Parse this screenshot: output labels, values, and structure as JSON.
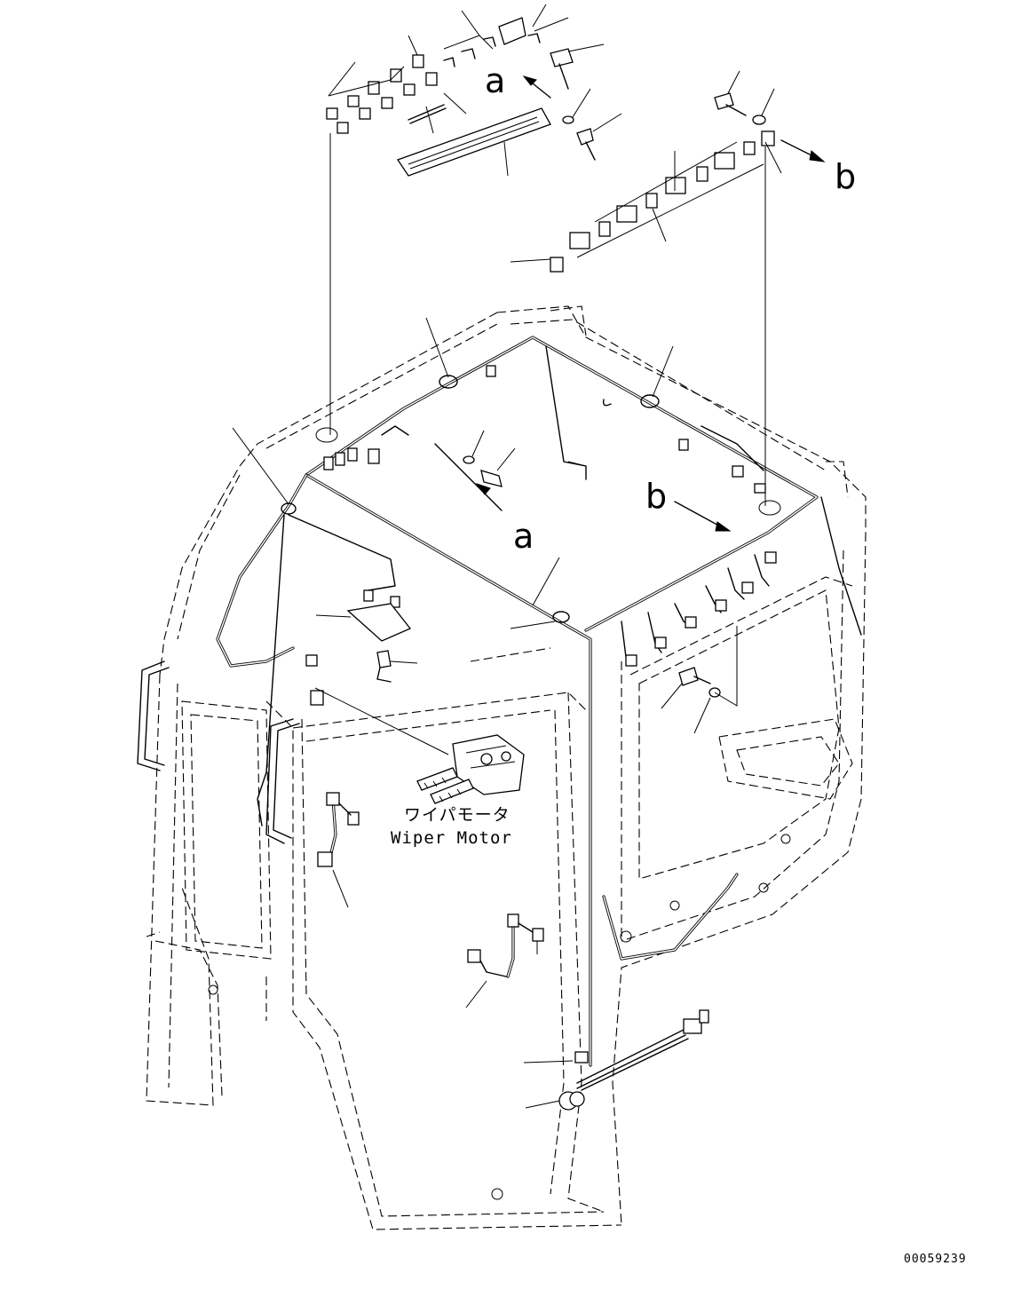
{
  "labels": {
    "view_a_top": "a",
    "view_b_top": "b",
    "view_a_bottom": "a",
    "view_b_bottom": "b"
  },
  "caption": {
    "japanese": "ワイパモータ",
    "english": "Wiper Motor"
  },
  "drawing_number": "00059239"
}
